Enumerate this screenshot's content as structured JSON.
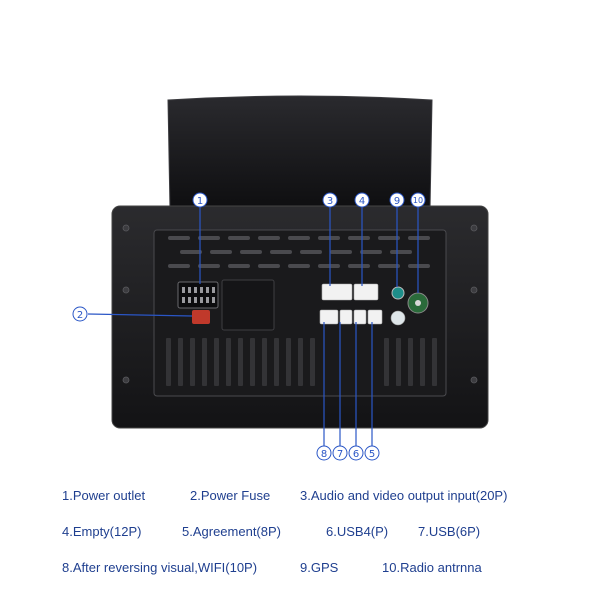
{
  "callouts": {
    "c1": "1",
    "c2": "2",
    "c3": "3",
    "c4": "4",
    "c5": "5",
    "c6": "6",
    "c7": "7",
    "c8": "8",
    "c9": "9",
    "c10": "10"
  },
  "legend": {
    "item1": "1.Power outlet",
    "item2": "2.Power Fuse",
    "item3": "3.Audio and video output input(20P)",
    "item4": "4.Empty(12P)",
    "item5": "5.Agreement(8P)",
    "item6": "6.USB4(P)",
    "item7": "7.USB(6P)",
    "item8": "8.After reversing visual,WIFI(10P)",
    "item9": "9.GPS",
    "item10": "10.Radio antrnna"
  },
  "colors": {
    "legend_text": "#1f3f8f",
    "callout_line": "#2a56c6",
    "body": "#1d1d1f",
    "screen": "#141416"
  }
}
